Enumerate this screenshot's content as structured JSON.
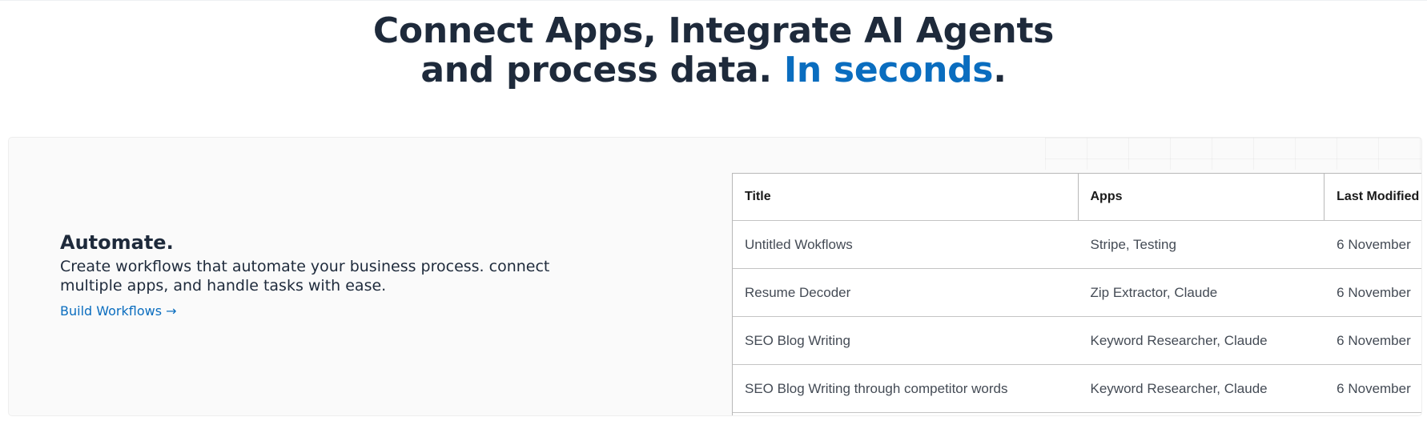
{
  "hero": {
    "line1": "Connect Apps, Integrate AI Agents",
    "line2_prefix": "and process data. ",
    "line2_accent": "In seconds",
    "line2_suffix": "."
  },
  "feature": {
    "title": "Automate.",
    "description": "Create workflows that automate your business process. connect multiple apps, and handle tasks with ease.",
    "link_label": "Build Workflows →"
  },
  "table": {
    "columns": [
      "Title",
      "Apps",
      "Last Modified"
    ],
    "rows": [
      {
        "title": "Untitled Wokflows",
        "apps": "Stripe, Testing",
        "modified": "6 November"
      },
      {
        "title": "Resume Decoder",
        "apps": "Zip Extractor, Claude",
        "modified": "6 November"
      },
      {
        "title": "SEO Blog Writing",
        "apps": "Keyword Researcher, Claude",
        "modified": "6 November"
      },
      {
        "title": "SEO Blog Writing through competitor words",
        "apps": "Keyword Researcher, Claude",
        "modified": "6 November"
      }
    ]
  },
  "colors": {
    "accent": "#0a6dbf",
    "heading": "#1e2a3b",
    "panel_bg": "#fafafa"
  }
}
